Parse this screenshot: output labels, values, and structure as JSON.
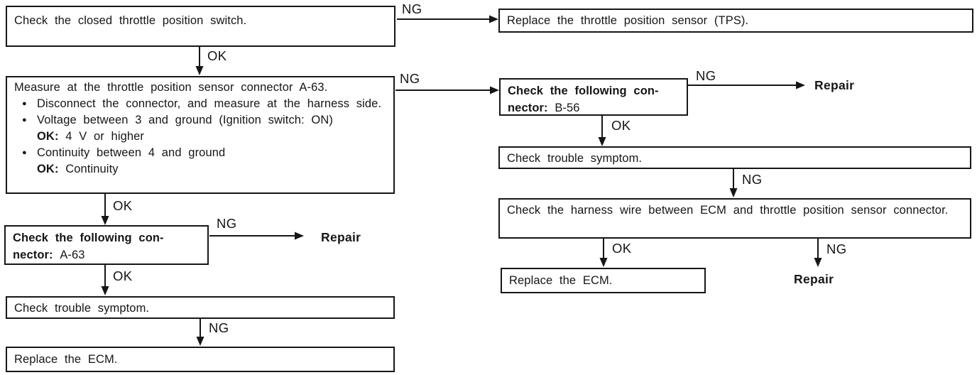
{
  "colors": {
    "ink": "#161616",
    "paper": "#ffffff"
  },
  "edge_labels": {
    "ok": "OK",
    "ng": "NG"
  },
  "terminals": {
    "repair": "Repair"
  },
  "nodes": {
    "check_closed_throttle": "Check the closed throttle position switch.",
    "replace_tps": "Replace the throttle position sensor (TPS).",
    "measure": {
      "title": "Measure at the throttle position sensor connector A-63.",
      "bullet_glyph": "●",
      "bullet_1": "Disconnect the connector, and measure at the harness side.",
      "bullet_2": "Voltage between 3 and ground (Ignition switch: ON)",
      "bullet_2_ok_label": "OK:",
      "bullet_2_ok_value": "4 V or higher",
      "bullet_3": "Continuity between 4 and ground",
      "bullet_3_ok_label": "OK:",
      "bullet_3_ok_value": "Continuity"
    },
    "connector_a63": {
      "line1": "Check the following con-",
      "line2_bold": "nector:",
      "line2_value": "A-63"
    },
    "connector_b56": {
      "line1": "Check the following con-",
      "line2_bold": "nector:",
      "line2_value": "B-56"
    },
    "check_trouble_symptom_left": "Check trouble symptom.",
    "check_trouble_symptom_right": "Check trouble symptom.",
    "harness_wire": "Check the harness wire between ECM and throttle position sensor connector.",
    "replace_ecm_left": "Replace the ECM.",
    "replace_ecm_right": "Replace the ECM."
  }
}
